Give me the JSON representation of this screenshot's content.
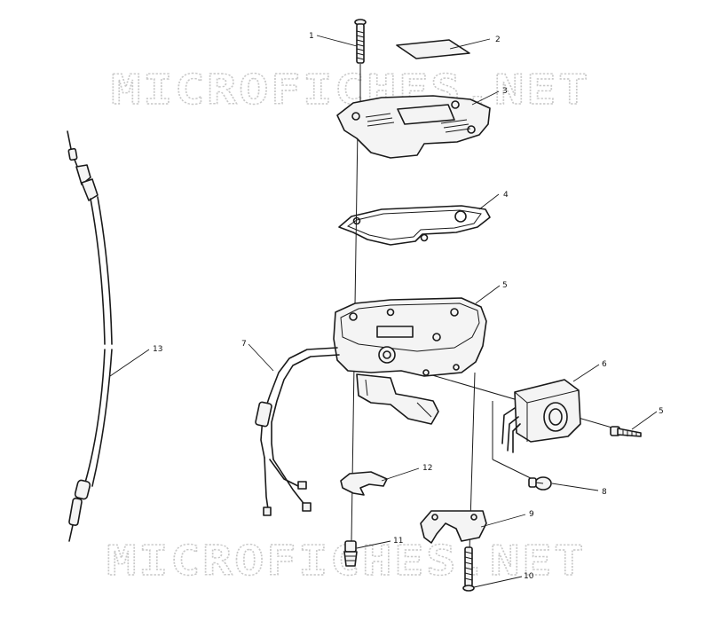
{
  "watermark": {
    "text": "MICROFICHES.NET"
  },
  "callouts": [
    {
      "id": "1",
      "text": "1"
    },
    {
      "id": "2",
      "text": "2"
    },
    {
      "id": "3",
      "text": "3"
    },
    {
      "id": "4",
      "text": "4"
    },
    {
      "id": "5a",
      "text": "5"
    },
    {
      "id": "5b",
      "text": "5"
    },
    {
      "id": "6",
      "text": "6"
    },
    {
      "id": "7",
      "text": "7"
    },
    {
      "id": "8",
      "text": "8"
    },
    {
      "id": "9",
      "text": "9"
    },
    {
      "id": "10",
      "text": "10"
    },
    {
      "id": "11",
      "text": "11"
    },
    {
      "id": "12",
      "text": "12"
    },
    {
      "id": "13",
      "text": "13"
    }
  ]
}
